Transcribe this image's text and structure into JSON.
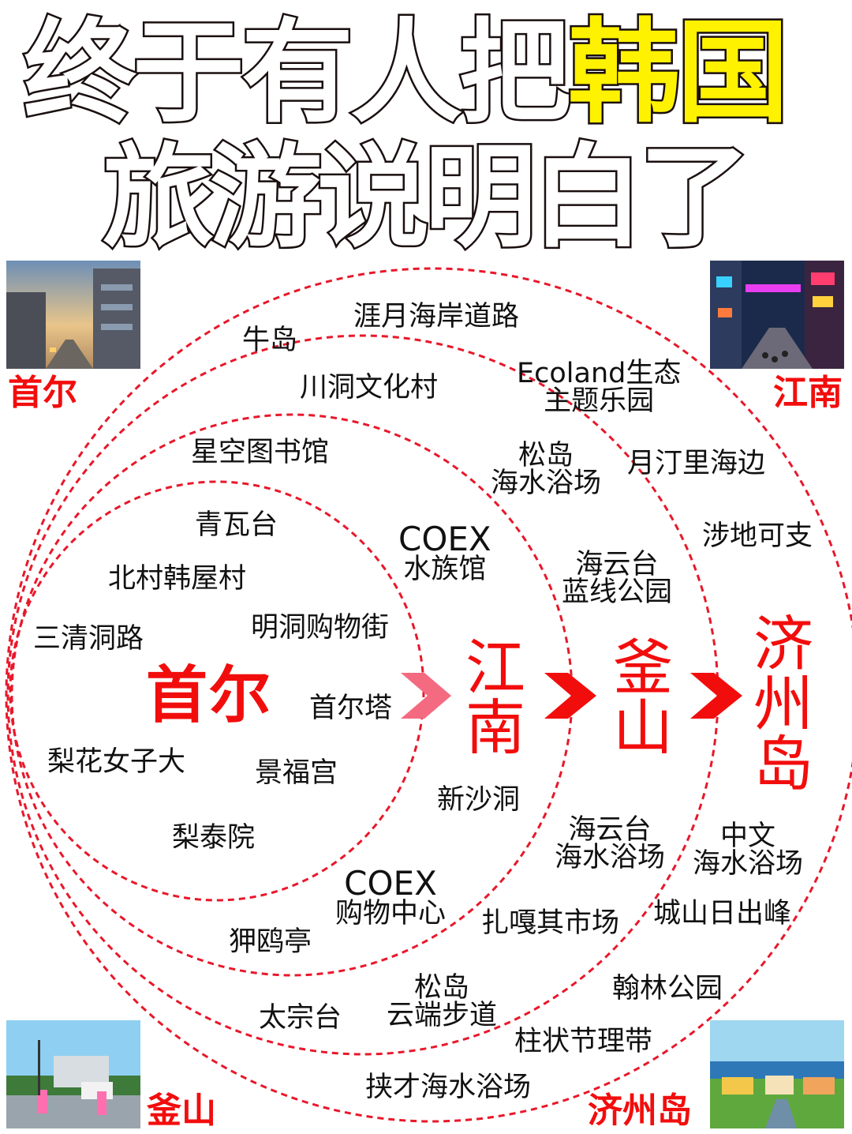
{
  "title": {
    "line1_a": "终于有人把",
    "line1_b": "韩国",
    "line2": "旅游说明白了"
  },
  "hubs": {
    "seoul": "首尔",
    "gangnam": "江南",
    "busan": "釜山",
    "jeju": "济州岛"
  },
  "corner_labels": {
    "top_left": "首尔",
    "top_right": "江南",
    "bottom_left": "釜山",
    "bottom_right": "济州岛"
  },
  "places": {
    "p01": "涯月海岸道路",
    "p02": "牛岛",
    "p03": "川洞文化村",
    "p04": "Ecoland生态",
    "p04b": "主题乐园",
    "p05": "星空图书馆",
    "p06": "松岛",
    "p06b": "海水浴场",
    "p07": "月汀里海边",
    "p08": "青瓦台",
    "p09": "COEX",
    "p09b": "水族馆",
    "p10": "涉地可支",
    "p11": "北村韩屋村",
    "p12": "海云台",
    "p12b": "蓝线公园",
    "p13": "明洞购物街",
    "p14": "三清洞路",
    "p15": "首尔塔",
    "p16": "梨花女子大",
    "p17": "景福宫",
    "p18": "新沙洞",
    "p19": "海云台",
    "p19b": "海水浴场",
    "p20": "中文",
    "p20b": "海水浴场",
    "p21": "梨泰院",
    "p22": "COEX",
    "p22b": "购物中心",
    "p23": "扎嘎其市场",
    "p24": "城山日出峰",
    "p25": "狎鸥亭",
    "p26": "松岛",
    "p26b": "云端步道",
    "p27": "翰林公园",
    "p28": "太宗台",
    "p29": "柱状节理带",
    "p30": "挟才海水浴场"
  },
  "colors": {
    "accent_red": "#f20d0d",
    "highlight_yellow": "#fff200",
    "ring_red": "#e8182a"
  }
}
